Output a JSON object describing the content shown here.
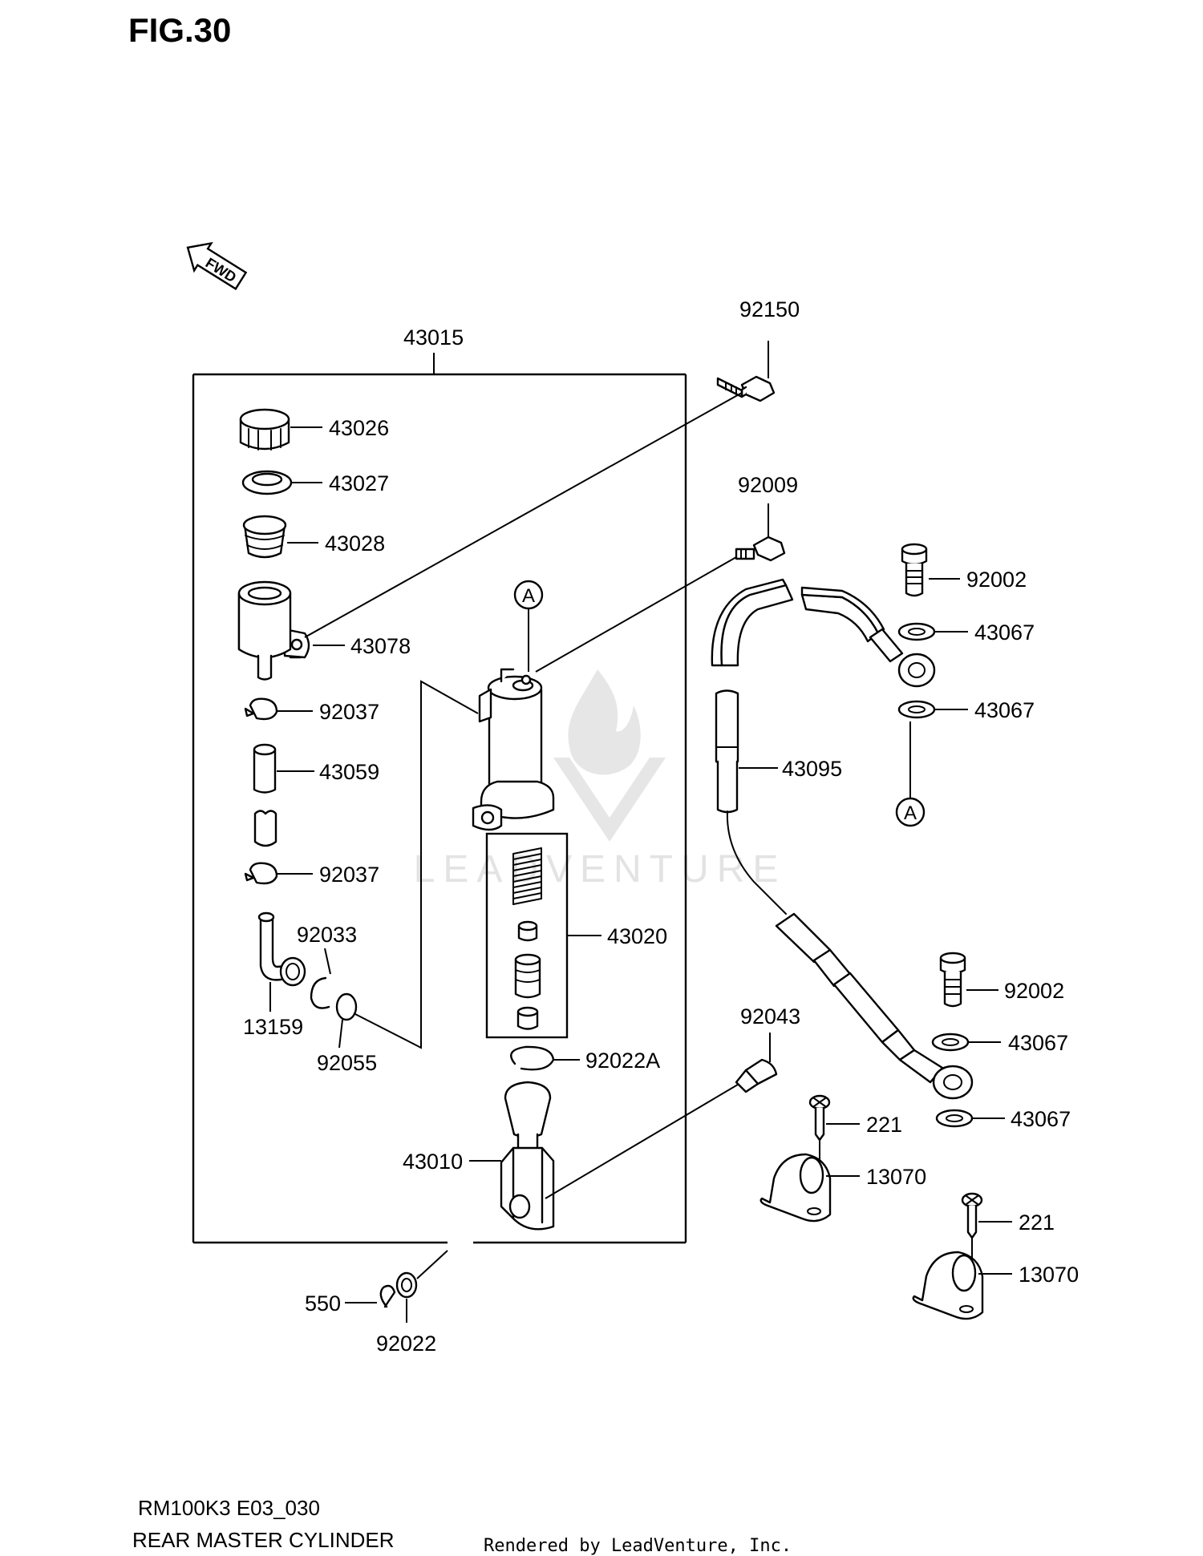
{
  "figure": {
    "title": "FIG.30",
    "model_code": "RM100K3 E03_030",
    "caption": "REAR MASTER CYLINDER",
    "credit": "Rendered by LeadVenture, Inc.",
    "watermark": "LEADVENTURE",
    "direction_marker": "FWD"
  },
  "callouts": {
    "c43015": "43015",
    "c43026": "43026",
    "c43027": "43027",
    "c43028": "43028",
    "c43078": "43078",
    "c92037a": "92037",
    "c43059": "43059",
    "c92037b": "92037",
    "c92033": "92033",
    "c13159": "13159",
    "c92055": "92055",
    "c92150": "92150",
    "c92009": "92009",
    "c43020": "43020",
    "c92022A": "92022A",
    "c43010": "43010",
    "c550": "550",
    "c92022": "92022",
    "c92002a": "92002",
    "c43067a": "43067",
    "c43067b": "43067",
    "c43095": "43095",
    "c92002b": "92002",
    "c43067c": "43067",
    "c43067d": "43067",
    "c92043": "92043",
    "c221a": "221",
    "c13070a": "13070",
    "c221b": "221",
    "c13070b": "13070",
    "refA1": "A",
    "refA2": "A"
  },
  "colors": {
    "line": "#000000",
    "background": "#ffffff",
    "watermark": "#e6e6e6"
  }
}
